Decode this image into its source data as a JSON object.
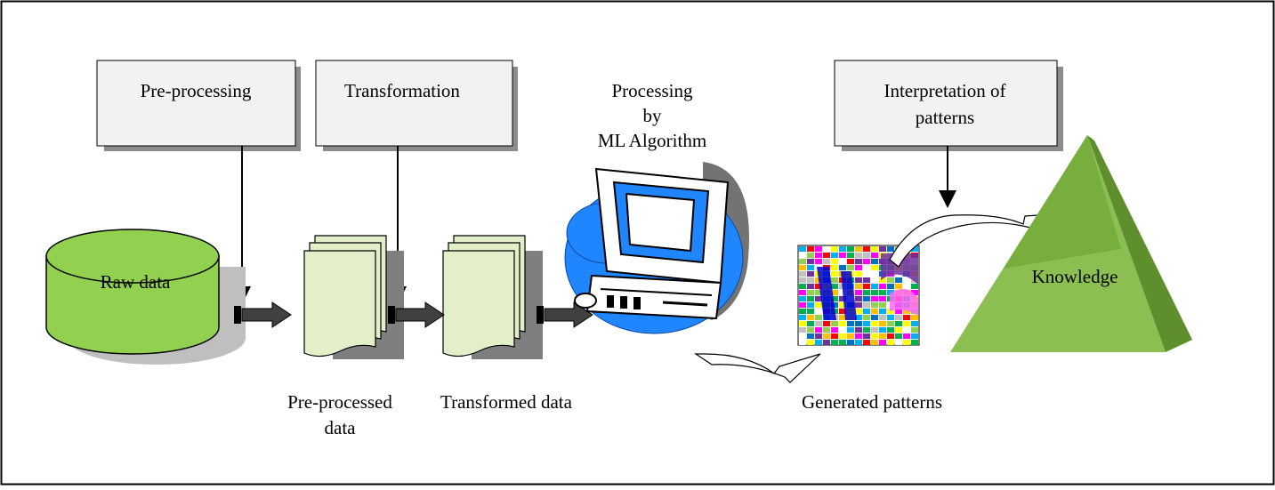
{
  "stages": {
    "preprocessing": "Pre-processing",
    "transformation": "Transformation",
    "processing": [
      "Processing",
      "by",
      "ML Algorithm"
    ],
    "interpretation": [
      "Interpretation of",
      "patterns"
    ]
  },
  "items": {
    "raw_data": "Raw data",
    "preprocessed_data": [
      "Pre-processed",
      "data"
    ],
    "transformed_data": "Transformed data",
    "generated_patterns": "Generated patterns",
    "knowledge": "Knowledge"
  },
  "colors": {
    "box_fill": "#f2f2f2",
    "data_green": "#92d050",
    "doc_green": "#e2efc8",
    "pyramid_light": "#8cbf52",
    "pyramid_mid": "#78ae3e",
    "pyramid_dark": "#5e8f2c",
    "computer_blue": "#1f86ff",
    "shadow": "#808080"
  }
}
